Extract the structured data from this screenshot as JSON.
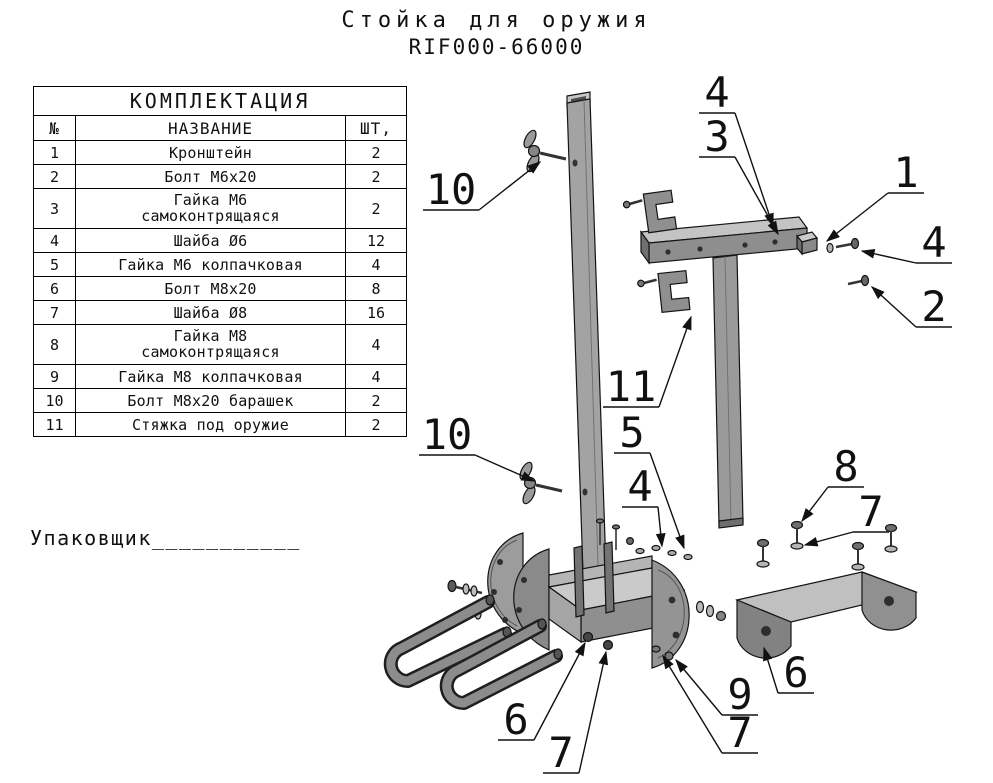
{
  "title": {
    "line1": "Стойка для оружия",
    "line2": "RIF000-66000"
  },
  "table": {
    "header": "КОМПЛЕКТАЦИЯ",
    "columns": {
      "num": "№",
      "name": "НАЗВАНИЕ",
      "qty": "ШТ,"
    },
    "rows": [
      {
        "num": "1",
        "name": "Кронштейн",
        "qty": "2"
      },
      {
        "num": "2",
        "name": "Болт М6х20",
        "qty": "2"
      },
      {
        "num": "3",
        "name": "Гайка М6 самоконтрящаяся",
        "qty": "2"
      },
      {
        "num": "4",
        "name": "Шайба Ø6",
        "qty": "12"
      },
      {
        "num": "5",
        "name": "Гайка М6 колпачковая",
        "qty": "4"
      },
      {
        "num": "6",
        "name": "Болт М8х20",
        "qty": "8"
      },
      {
        "num": "7",
        "name": "Шайба Ø8",
        "qty": "16"
      },
      {
        "num": "8",
        "name": "Гайка М8 самоконтрящаяся",
        "qty": "4"
      },
      {
        "num": "9",
        "name": "Гайка М8 колпачковая",
        "qty": "4"
      },
      {
        "num": "10",
        "name": "Болт М8х20 барашек",
        "qty": "2"
      },
      {
        "num": "11",
        "name": "Стяжка под оружие",
        "qty": "2"
      }
    ]
  },
  "packer_label": "Упаковщик___________",
  "callouts": [
    {
      "label": "10"
    },
    {
      "label": "10"
    },
    {
      "label": "4"
    },
    {
      "label": "3"
    },
    {
      "label": "1"
    },
    {
      "label": "4"
    },
    {
      "label": "2"
    },
    {
      "label": "11"
    },
    {
      "label": "5"
    },
    {
      "label": "4"
    },
    {
      "label": "8"
    },
    {
      "label": "7"
    },
    {
      "label": "6"
    },
    {
      "label": "9"
    },
    {
      "label": "7"
    },
    {
      "label": "6"
    },
    {
      "label": "7"
    }
  ]
}
